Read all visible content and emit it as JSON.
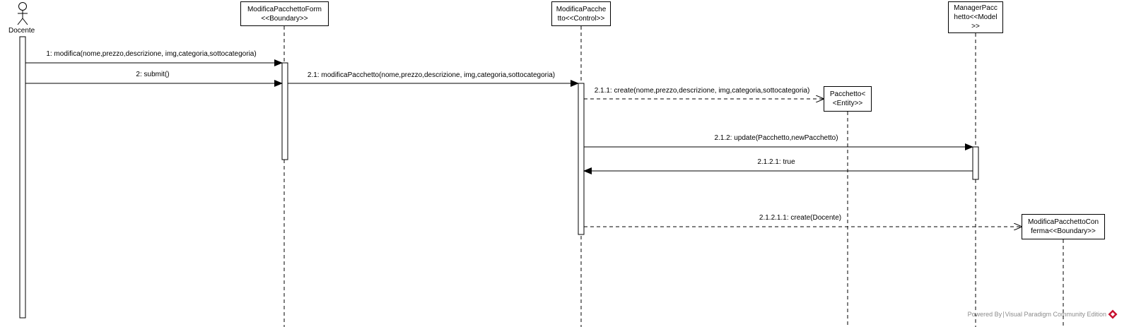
{
  "actor": {
    "name": "Docente"
  },
  "lifelines": [
    {
      "id": "form",
      "line1": "ModificaPacchettoForm",
      "line2": "<<Boundary>>",
      "line3": ""
    },
    {
      "id": "control",
      "line1": "ModificaPacche",
      "line2": "tto<<Control>>",
      "line3": ""
    },
    {
      "id": "manager",
      "line1": "ManagerPacc",
      "line2": "hetto<<Model",
      "line3": ">>"
    },
    {
      "id": "entity",
      "line1": "Pacchetto<",
      "line2": "<Entity>>",
      "line3": ""
    },
    {
      "id": "confirm",
      "line1": "ModificaPacchettoCon",
      "line2": "ferma<<Boundary>>",
      "line3": ""
    }
  ],
  "messages": [
    {
      "id": "m1",
      "label": "1: modifica(nome,prezzo,descrizione, img,categoria,sottocategoria)",
      "kind": "sync"
    },
    {
      "id": "m2",
      "label": "2: submit()",
      "kind": "sync"
    },
    {
      "id": "m3",
      "label": "2.1: modificaPacchetto(nome,prezzo,descrizione, img,categoria,sottocategoria)",
      "kind": "sync"
    },
    {
      "id": "m4",
      "label": "2.1.1: create(nome,prezzo,descrizione, img,categoria,sottocategoria)",
      "kind": "create"
    },
    {
      "id": "m5",
      "label": "2.1.2: update(Pacchetto,newPacchetto)",
      "kind": "sync"
    },
    {
      "id": "m6",
      "label": "2.1.2.1: true",
      "kind": "reply"
    },
    {
      "id": "m7",
      "label": "2.1.2.1.1: create(Docente)",
      "kind": "create"
    }
  ],
  "footer": {
    "text": "Powered By∣Visual Paradigm Community Edition"
  },
  "colors": {
    "line": "#000000",
    "footer_text": "#8c8c8c",
    "logo": "#c8102e"
  }
}
